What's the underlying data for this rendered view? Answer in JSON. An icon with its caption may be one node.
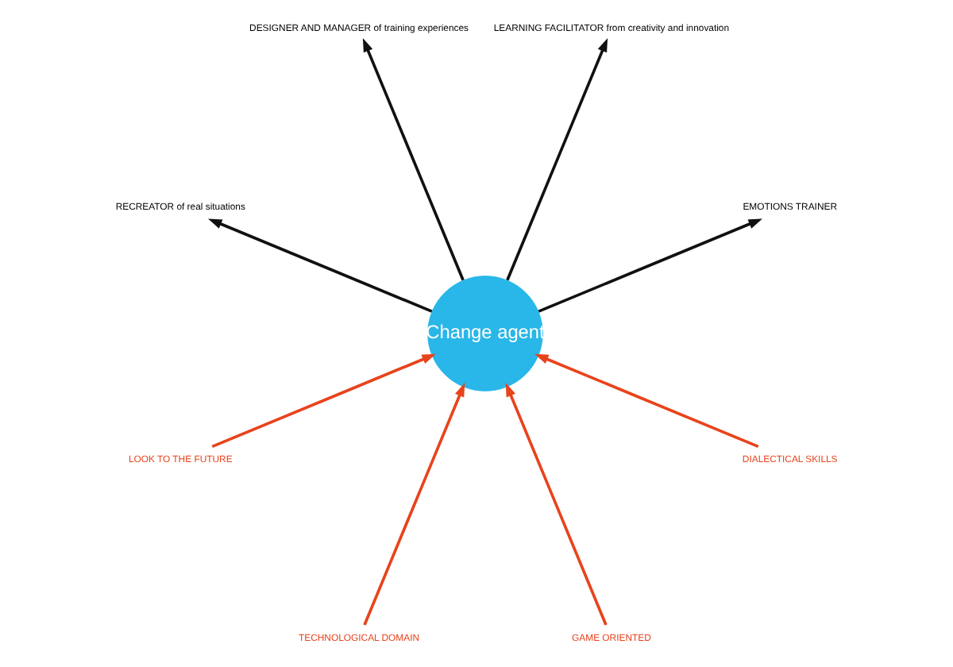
{
  "diagram": {
    "nodes": [
      {
        "text": [
          "Change agent"
        ]
      },
      {
        "text": [
          "LEARNING FACILITATOR from creativity and innovation"
        ]
      },
      {
        "text": [
          "TECHNOLOGICAL DOMAIN"
        ]
      },
      {
        "text": [
          "LOOK TO THE FUTURE"
        ]
      },
      {
        "text": [
          "DESIGNER AND MANAGER of training experiences"
        ]
      },
      {
        "text": [
          "EMOTIONS TRAINER"
        ]
      },
      {
        "text": [
          "GAME ORIENTED"
        ]
      },
      {
        "text": [
          "DIALECTICAL SKILLS"
        ]
      },
      {
        "text": [
          "RECREATOR of real situations"
        ]
      }
    ],
    "edges": [
      {
        "from": 0,
        "to": 1,
        "arrow": "to",
        "color": "#111111"
      },
      {
        "from": 2,
        "to": 0,
        "arrow": "to",
        "color": "#e8431c"
      },
      {
        "from": 3,
        "to": 0,
        "arrow": "to",
        "color": "#e8431c"
      },
      {
        "from": 0,
        "to": 4,
        "arrow": "to",
        "color": "#111111"
      },
      {
        "from": 0,
        "to": 5,
        "arrow": "to",
        "color": "#111111"
      },
      {
        "from": 6,
        "to": 0,
        "arrow": "to",
        "color": "#e8431c"
      },
      {
        "from": 7,
        "to": 0,
        "arrow": "to",
        "color": "#e8431c"
      },
      {
        "from": 0,
        "to": 8,
        "arrow": "to",
        "color": "#111111"
      }
    ]
  }
}
